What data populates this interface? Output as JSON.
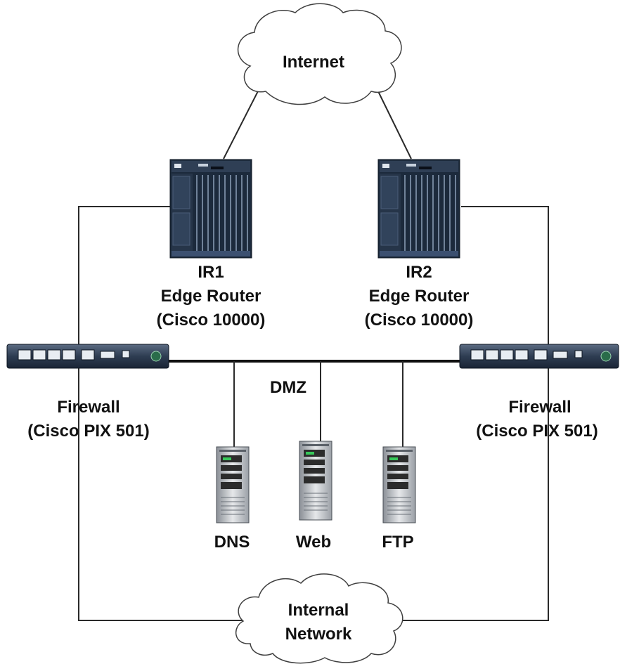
{
  "clouds": {
    "internet": "Internet",
    "internal_line1": "Internal",
    "internal_line2": "Network"
  },
  "routers": {
    "ir1": {
      "name": "IR1",
      "role": "Edge Router",
      "model": "(Cisco 10000)"
    },
    "ir2": {
      "name": "IR2",
      "role": "Edge Router",
      "model": "(Cisco 10000)"
    }
  },
  "firewalls": {
    "left": {
      "name": "Firewall",
      "model": "(Cisco PIX 501)"
    },
    "right": {
      "name": "Firewall",
      "model": "(Cisco PIX 501)"
    }
  },
  "dmz_label": "DMZ",
  "servers": {
    "dns": "DNS",
    "web": "Web",
    "ftp": "FTP"
  },
  "colors": {
    "line": "#2a2a2a",
    "device_dark": "#1c2a3c",
    "device_mid": "#3a4a60",
    "cloud_stroke": "#3f3f3f",
    "cloud_fill": "#ffffff"
  }
}
